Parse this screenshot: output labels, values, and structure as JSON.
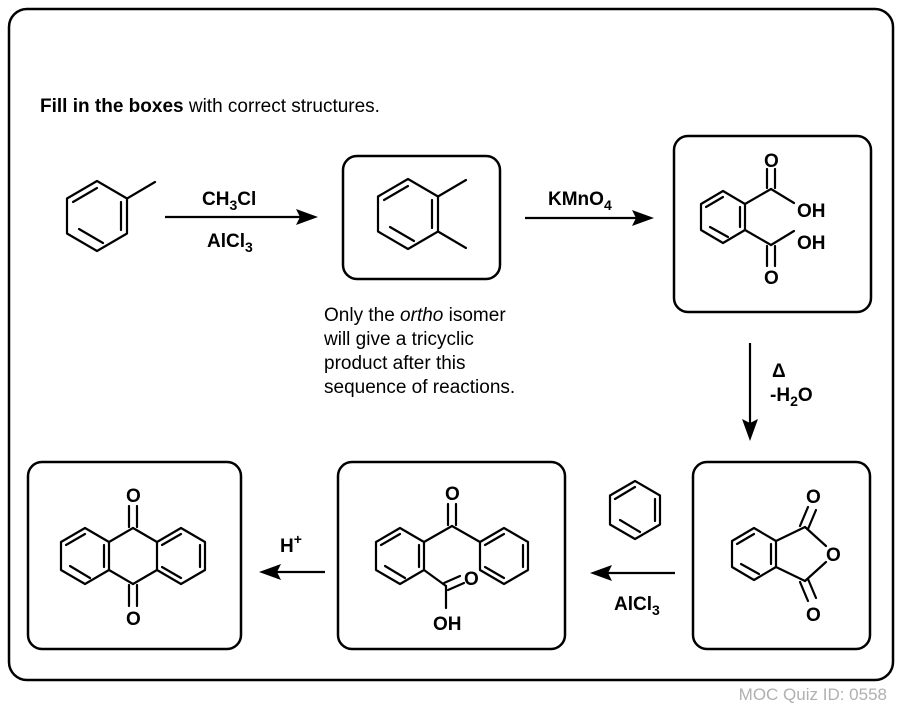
{
  "instructions": {
    "bold": "Fill in the boxes",
    "rest": " with correct structures."
  },
  "reagents": {
    "step1_top_base": "CH",
    "step1_top_sub": "3",
    "step1_top_tail": "Cl",
    "step1_bottom_base": "AlCl",
    "step1_bottom_sub": "3",
    "step2_base": "KMnO",
    "step2_sub": "4",
    "step3_delta": "Δ",
    "step3_minus_base": "-H",
    "step3_minus_sub": "2",
    "step3_minus_tail": "O",
    "step4_bottom_base": "AlCl",
    "step4_bottom_sub": "3",
    "step5_base": "H",
    "step5_sup": "+"
  },
  "note": {
    "line1_pre": "Only the ",
    "line1_em": "ortho",
    "line1_post": " isomer",
    "line2": "will give a tricyclic",
    "line3": "product after this",
    "line4": "sequence of reactions."
  },
  "atoms": {
    "oxygen": "O",
    "hydroxyl": "OH"
  },
  "footer": {
    "quiz_id": "MOC Quiz ID: 0558"
  }
}
